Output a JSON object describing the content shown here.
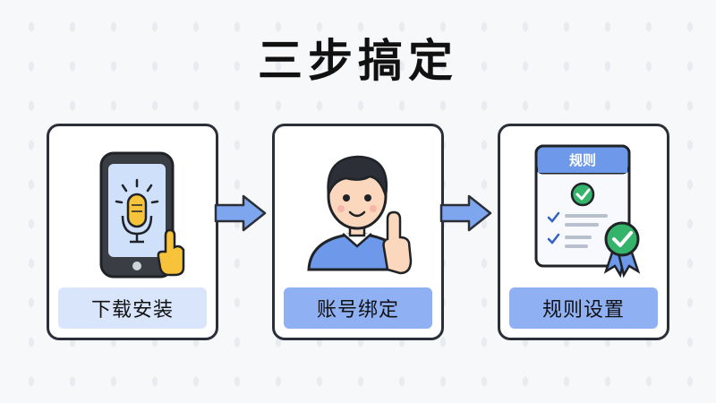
{
  "title": "三步搞定",
  "steps": [
    {
      "label": "下载安装",
      "icon": "phone-microphone-icon"
    },
    {
      "label": "账号绑定",
      "icon": "person-pointing-icon"
    },
    {
      "label": "规则设置",
      "icon": "rules-document-icon",
      "card_title": "规则"
    }
  ],
  "colors": {
    "accent_blue": "#6e98ea",
    "label_light": "#d8e5fb",
    "label_mid": "#8fb1f3",
    "check_green": "#34b36a",
    "mic_yellow": "#f6c33b"
  }
}
